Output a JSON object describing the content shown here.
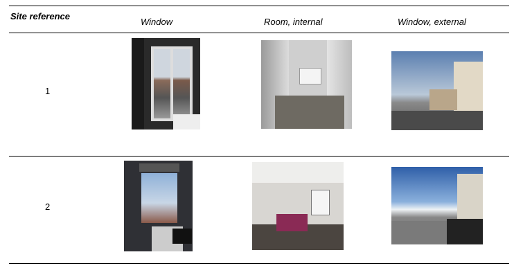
{
  "table": {
    "headers": [
      "Site reference",
      "Window",
      "Room, internal",
      "Window, external"
    ],
    "rows": [
      {
        "site": "1",
        "photos": [
          "window-photo",
          "room-internal-photo",
          "window-external-photo"
        ]
      },
      {
        "site": "2",
        "photos": [
          "window-photo",
          "room-internal-photo",
          "window-external-photo"
        ]
      }
    ]
  }
}
